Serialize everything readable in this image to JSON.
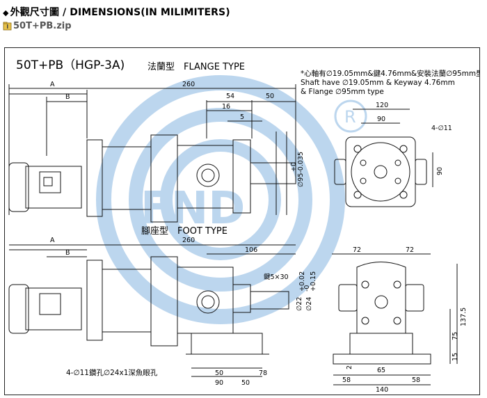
{
  "page": {
    "bullet": "◆",
    "heading": "外觀尺寸圖 / DIMENSIONS(IN MILIMITERS)",
    "download_link": "50T+PB.zip"
  },
  "drawing": {
    "model": "50T+PB（HGP-3A)",
    "flange_type_label": "法蘭型　FLANGE TYPE",
    "foot_type_label": "腳座型　FOOT TYPE",
    "note_line1": "*心軸有∅19.05mm&鍵4.76mm&安裝法蘭∅95mm型",
    "note_line2": "Shaft have ∅19.05mm & Keyway 4.76mm",
    "note_line3": "& Flange ∅95mm type",
    "foot_note": "4-∅11鑽孔∅24x1深魚眼孔",
    "watermark_text": "FND",
    "dims_top": {
      "A": "A",
      "B": "B",
      "d260": "260",
      "d54": "54",
      "d50": "50",
      "d16": "16",
      "d5": "5",
      "d95": "∅95-0.035",
      "d95_tol": "+0",
      "d120": "120",
      "d90h": "90",
      "d4_11": "4-∅11",
      "d90v": "90"
    },
    "dims_bottom": {
      "A": "A",
      "B": "B",
      "d260": "260",
      "d106": "106",
      "key": "鍵5×30",
      "d22": "∅22",
      "d24": "∅24",
      "tol_a": "+0.02",
      "tol_b": "-0",
      "tol_c": "+0.15",
      "d72a": "72",
      "d72b": "72",
      "d137": "137.5",
      "d75": "75",
      "d15": "15",
      "d2": "2",
      "d65": "65",
      "d58a": "58",
      "d58b": "58",
      "d140": "140",
      "d50": "50",
      "d78": "78",
      "d90": "90",
      "d50b": "50"
    },
    "colors": {
      "line": "#111111",
      "watermark": "#bcd6ee"
    }
  }
}
